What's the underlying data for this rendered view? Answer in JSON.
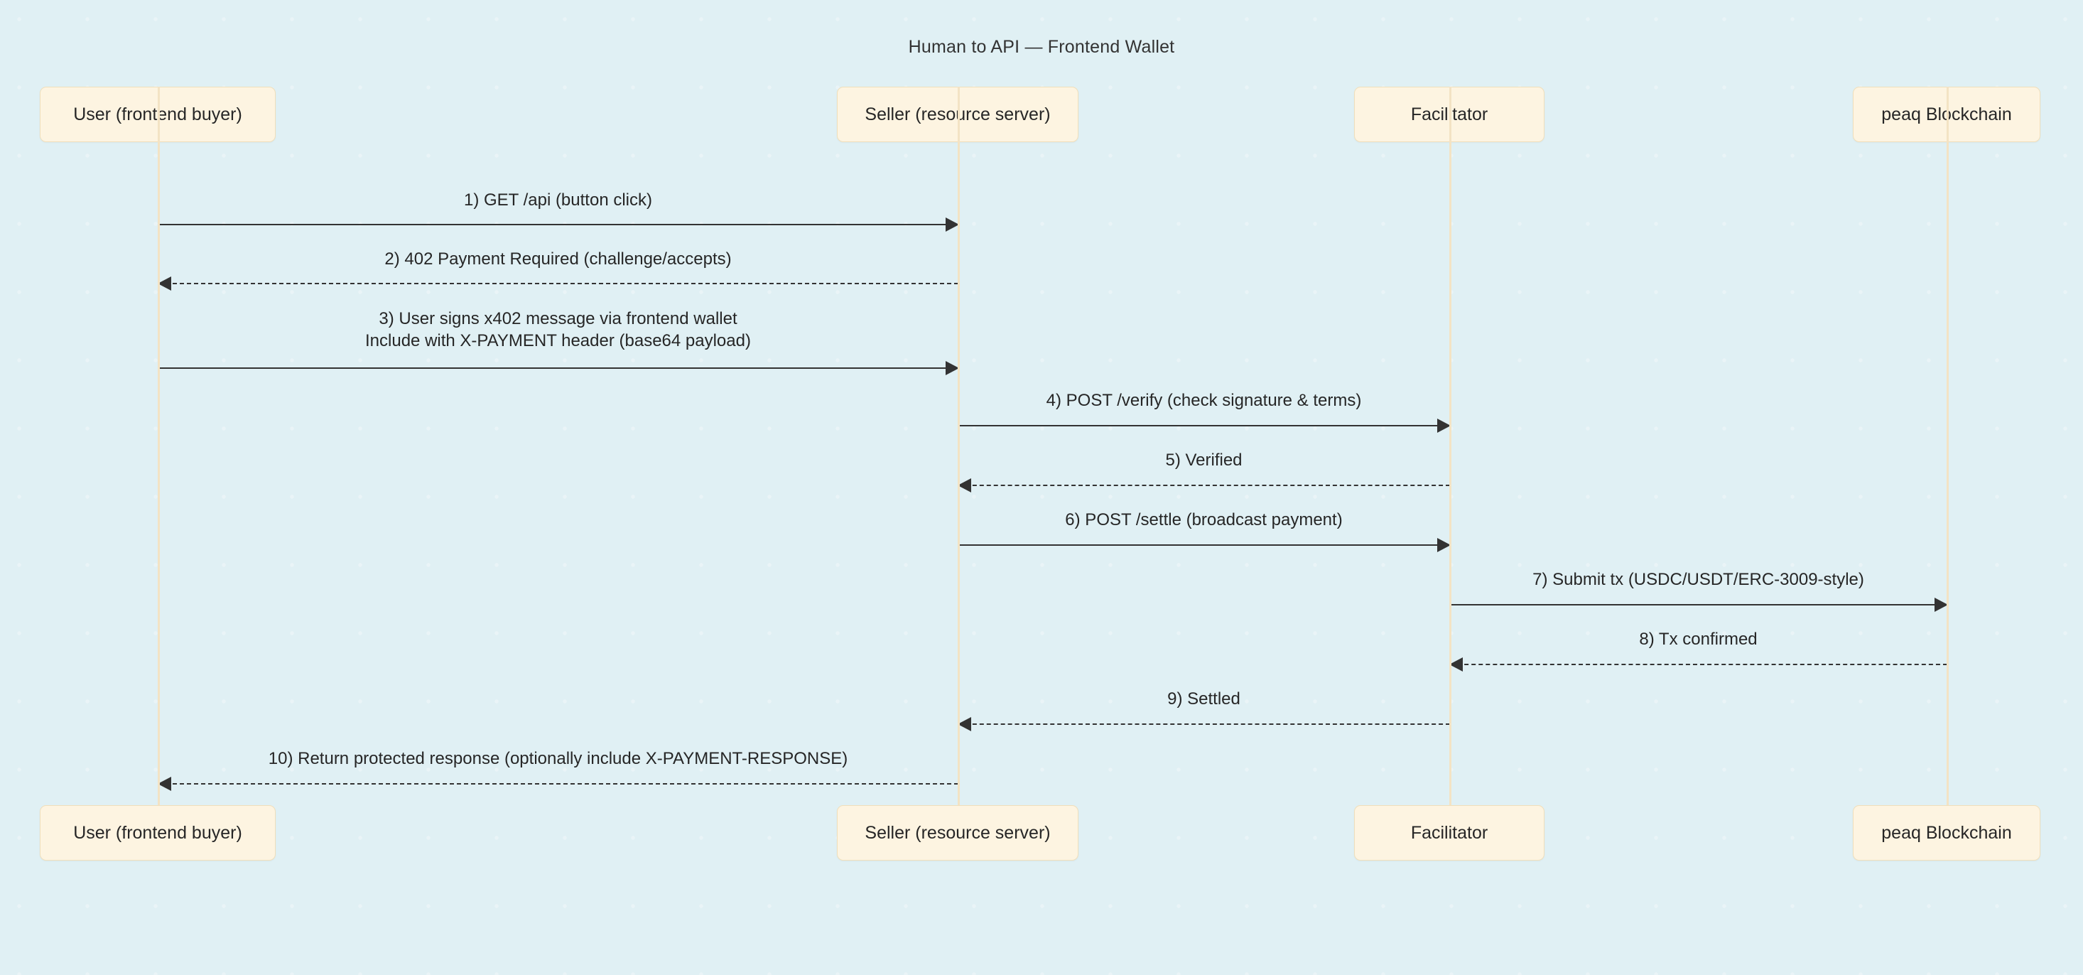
{
  "diagram": {
    "type": "sequence-diagram",
    "title": "Human to API — Frontend Wallet",
    "colors": {
      "actor_fill": "#fdf4e1",
      "actor_border": "#f0dfbb",
      "lifeline": "#f3e3c4",
      "arrow": "#333333",
      "text": "#262626",
      "background": "#ffffff",
      "pattern": "#e0f0f4"
    },
    "participants": [
      {
        "id": "user",
        "label": "User (frontend buyer)"
      },
      {
        "id": "seller",
        "label": "Seller (resource server)"
      },
      {
        "id": "facilitator",
        "label": "Facilitator"
      },
      {
        "id": "peaq",
        "label": "peaq Blockchain"
      }
    ],
    "messages": [
      {
        "index": "1",
        "from": "user",
        "to": "seller",
        "direction": "right",
        "style": "solid",
        "label": "1) GET /api (button click)"
      },
      {
        "index": "2",
        "from": "seller",
        "to": "user",
        "direction": "left",
        "style": "dashed",
        "label": "2) 402 Payment Required (challenge/accepts)"
      },
      {
        "index": "3",
        "from": "user",
        "to": "seller",
        "direction": "right",
        "style": "solid",
        "label": "3) User signs x402 message via frontend wallet\nInclude with X-PAYMENT header (base64 payload)"
      },
      {
        "index": "4",
        "from": "seller",
        "to": "facilitator",
        "direction": "right",
        "style": "solid",
        "label": "4) POST /verify (check signature & terms)"
      },
      {
        "index": "5",
        "from": "facilitator",
        "to": "seller",
        "direction": "left",
        "style": "dashed",
        "label": "5) Verified"
      },
      {
        "index": "6",
        "from": "seller",
        "to": "facilitator",
        "direction": "right",
        "style": "solid",
        "label": "6) POST /settle (broadcast payment)"
      },
      {
        "index": "7",
        "from": "facilitator",
        "to": "peaq",
        "direction": "right",
        "style": "solid",
        "label": "7) Submit tx (USDC/USDT/ERC-3009-style)"
      },
      {
        "index": "8",
        "from": "peaq",
        "to": "facilitator",
        "direction": "left",
        "style": "dashed",
        "label": "8) Tx confirmed"
      },
      {
        "index": "9",
        "from": "facilitator",
        "to": "seller",
        "direction": "left",
        "style": "dashed",
        "label": "9) Settled"
      },
      {
        "index": "10",
        "from": "seller",
        "to": "user",
        "direction": "left",
        "style": "dashed",
        "label": "10) Return protected response (optionally include X-PAYMENT-RESPONSE)"
      }
    ]
  }
}
